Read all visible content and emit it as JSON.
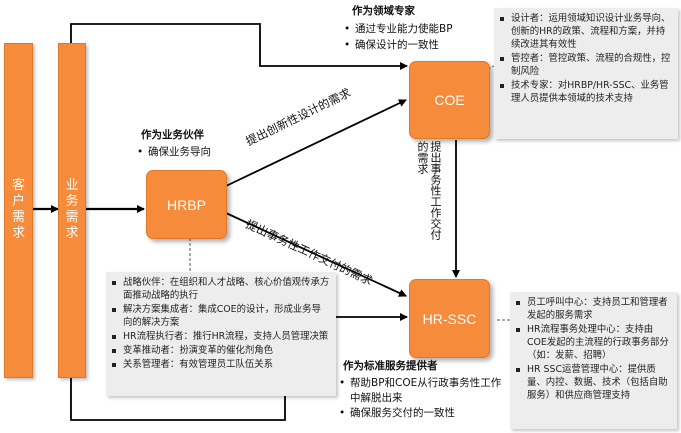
{
  "bars": {
    "customer": "客户需求",
    "business": "业务需求"
  },
  "nodes": {
    "coe": "COE",
    "hrbp": "HRBP",
    "hrssc": "HR-SSC"
  },
  "roles": {
    "expert": {
      "title": "作为领域专家",
      "items": [
        "通过专业能力使能BP",
        "确保设计的一致性"
      ]
    },
    "partner": {
      "title": "作为业务伙伴",
      "items": [
        "确保业务导向"
      ]
    },
    "provider": {
      "title": "作为标准服务提供者",
      "items": [
        "帮助BP和COE从行政事务性工作中解脱出来",
        "确保服务交付的一致性"
      ]
    }
  },
  "arrows": {
    "hrbp_to_coe": "提出创新性设计的需求",
    "hrbp_to_ssc": "提出事务性工作交付的需求",
    "coe_to_ssc": "提出事务性工作交付的需求"
  },
  "panels": {
    "coe": [
      "设计者：运用领域知识设计业务导向、创新的HR的政策、流程和方案，并持续改进其有效性",
      "管控者：管控政策、流程的合规性，控制风险",
      "技术专家：对HRBP/HR-SSC、业务管理人员提供本领域的技术支持"
    ],
    "hrbp": [
      "战略伙伴：在组织和人才战略、核心价值观传承方面推动战略的执行",
      "解决方案集成者：集成COE的设计，形成业务导向的解决方案",
      "HR流程执行者：推行HR流程，支持人员管理决策",
      "变革推动者：扮演变革的催化剂角色",
      "关系管理者：有效管理员工队伍关系"
    ],
    "ssc": [
      "员工呼叫中心：支持员工和管理者发起的服务需求",
      "HR流程事务处理中心：支持由COE发起的主流程的行政事务部分（如：发薪、招聘）",
      "HR SSC运营管理中心：提供质量、内控、数据、技术（包括自助服务）和供应商管理支持"
    ]
  },
  "colors": {
    "accent": "#f68b3c",
    "panel": "#ededed"
  }
}
